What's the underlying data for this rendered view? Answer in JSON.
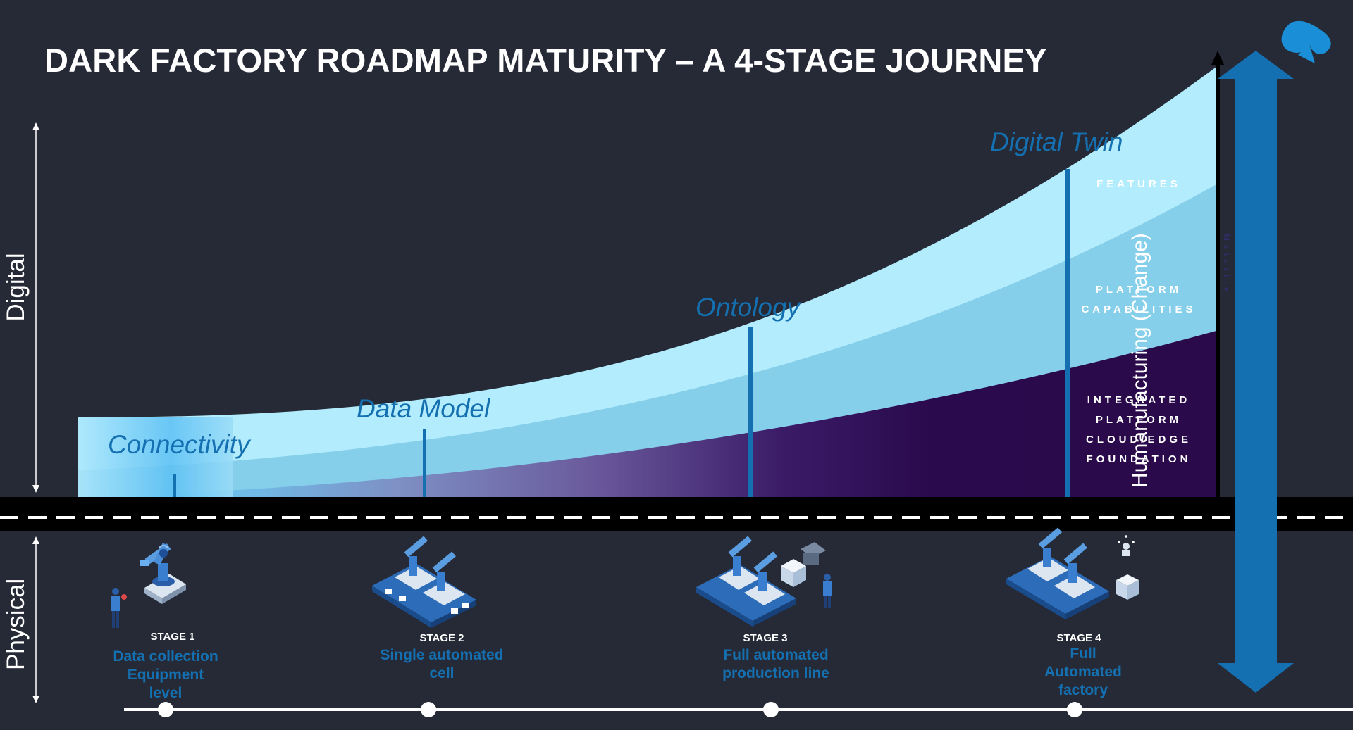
{
  "title": "DARK FACTORY ROADMAP MATURITY – A 4-STAGE JOURNEY",
  "axis": {
    "digital": "Digital",
    "physical": "Physical"
  },
  "phases": [
    "Connectivity",
    "Data Model",
    "Ontology",
    "Digital Twin"
  ],
  "layers": {
    "features": "FEATURES",
    "platform_line1": "PLATFORM",
    "platform_line2": "CAPABILITIES",
    "integrated_line1": "INTEGRATED",
    "integrated_line2": "PLATFORM",
    "integrated_line3": "CLOUD/EDGE",
    "integrated_line4": "FOUNDATION"
  },
  "maturity_label": "Maturity",
  "human_label": "Humanufacturing (Change)",
  "stages": [
    {
      "number": "STAGE 1",
      "line1": "Data collection",
      "line2": "Equipment",
      "line3": "level"
    },
    {
      "number": "STAGE 2",
      "line1": "Single automated",
      "line2": "cell",
      "line3": ""
    },
    {
      "number": "STAGE 3",
      "line1": "Full automated",
      "line2": "production line",
      "line3": ""
    },
    {
      "number": "STAGE 4",
      "line1": "Full",
      "line2": "Automated",
      "line3": "factory"
    }
  ],
  "icons": {
    "logo": "spade-logo-icon",
    "stage_1": "robot-arm-single-icon",
    "stage_2": "robot-cell-icon",
    "stage_3": "production-line-icon",
    "stage_4": "automated-factory-icon"
  },
  "colors": {
    "background": "#262a37",
    "accent_blue": "#1470b0",
    "light_band": "#b3ecfc",
    "mid_band": "#86cfea",
    "foundation": "#2a0a4a"
  }
}
